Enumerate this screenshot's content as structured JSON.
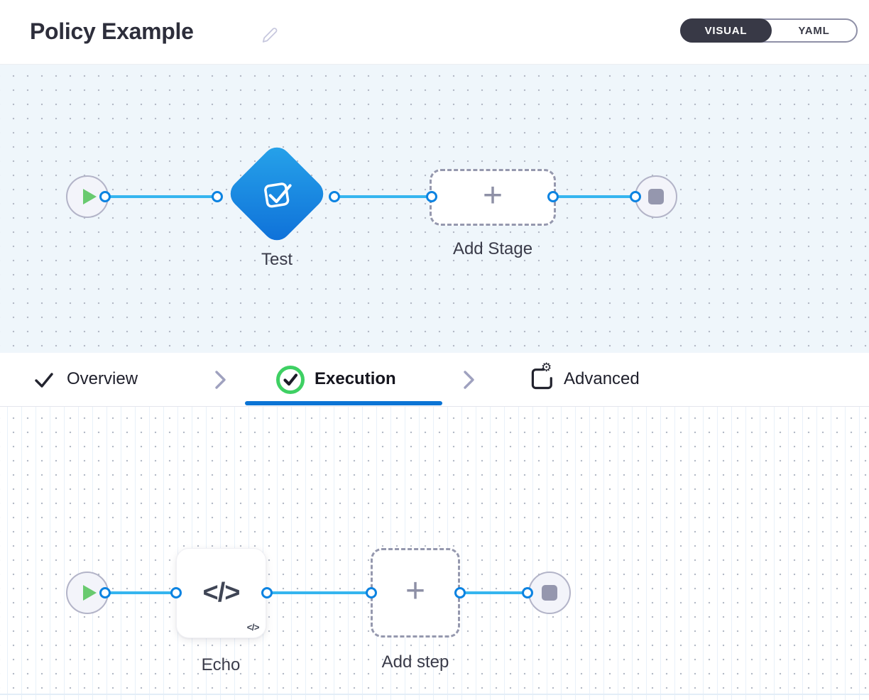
{
  "header": {
    "title": "Policy Example",
    "view_toggle": {
      "visual_label": "VISUAL",
      "yaml_label": "YAML",
      "selected": "VISUAL"
    }
  },
  "stage_pipeline": {
    "stage_node": {
      "label": "Test",
      "type": "approval-stage"
    },
    "add_node": {
      "label": "Add Stage",
      "glyph": "+"
    }
  },
  "tabs": {
    "items": [
      {
        "label": "Overview",
        "icon": "check-icon",
        "active": false
      },
      {
        "label": "Execution",
        "icon": "check-circle-icon",
        "active": true
      },
      {
        "label": "Advanced",
        "icon": "settings-icon",
        "active": false
      }
    ]
  },
  "step_pipeline": {
    "step_node": {
      "label": "Echo",
      "glyph": "</>",
      "badge": "</>"
    },
    "add_node": {
      "label": "Add step",
      "glyph": "+"
    }
  },
  "icons": {
    "gear": "⚙"
  },
  "colors": {
    "accent_blue": "#0b74d5",
    "wire_blue": "#35b5ef",
    "port_blue": "#0c83e1",
    "stage_gradient_from": "#27a4ea",
    "stage_gradient_to": "#0e6fd8",
    "success_green": "#3ed063",
    "play_green": "#69ca6f",
    "dark_navy": "#383946",
    "canvas_blue_bg": "#eff6fb"
  }
}
